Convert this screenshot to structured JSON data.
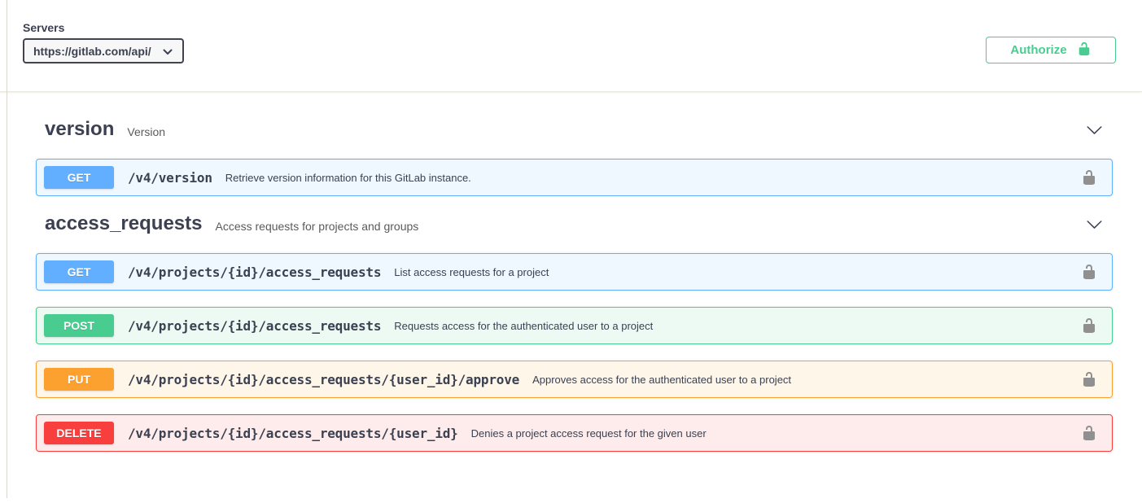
{
  "servers": {
    "label": "Servers",
    "selected_url": "https://gitlab.com/api/"
  },
  "authorize": {
    "label": "Authorize"
  },
  "sections": [
    {
      "name": "version",
      "description": "Version",
      "operations": [
        {
          "method": "GET",
          "path": "/v4/version",
          "summary": "Retrieve version information for this GitLab instance."
        }
      ]
    },
    {
      "name": "access_requests",
      "description": "Access requests for projects and groups",
      "operations": [
        {
          "method": "GET",
          "path": "/v4/projects/{id}/access_requests",
          "summary": "List access requests for a project"
        },
        {
          "method": "POST",
          "path": "/v4/projects/{id}/access_requests",
          "summary": "Requests access for the authenticated user to a project"
        },
        {
          "method": "PUT",
          "path": "/v4/projects/{id}/access_requests/{user_id}/approve",
          "summary": "Approves access for the authenticated user to a project"
        },
        {
          "method": "DELETE",
          "path": "/v4/projects/{id}/access_requests/{user_id}",
          "summary": "Denies a project access request for the given user"
        }
      ]
    }
  ],
  "colors": {
    "get": "#61affe",
    "post": "#49cc90",
    "put": "#fca130",
    "delete": "#f93e3e",
    "authorize_green": "#49cc90",
    "lock_gray": "#909090",
    "heading_text": "#3b4151"
  },
  "icons": {
    "authorize_lock": "unlocked-padlock-icon",
    "row_lock": "unlocked-padlock-icon",
    "section_toggle": "chevron-down-icon",
    "server_select_arrow": "chevron-down-icon"
  }
}
